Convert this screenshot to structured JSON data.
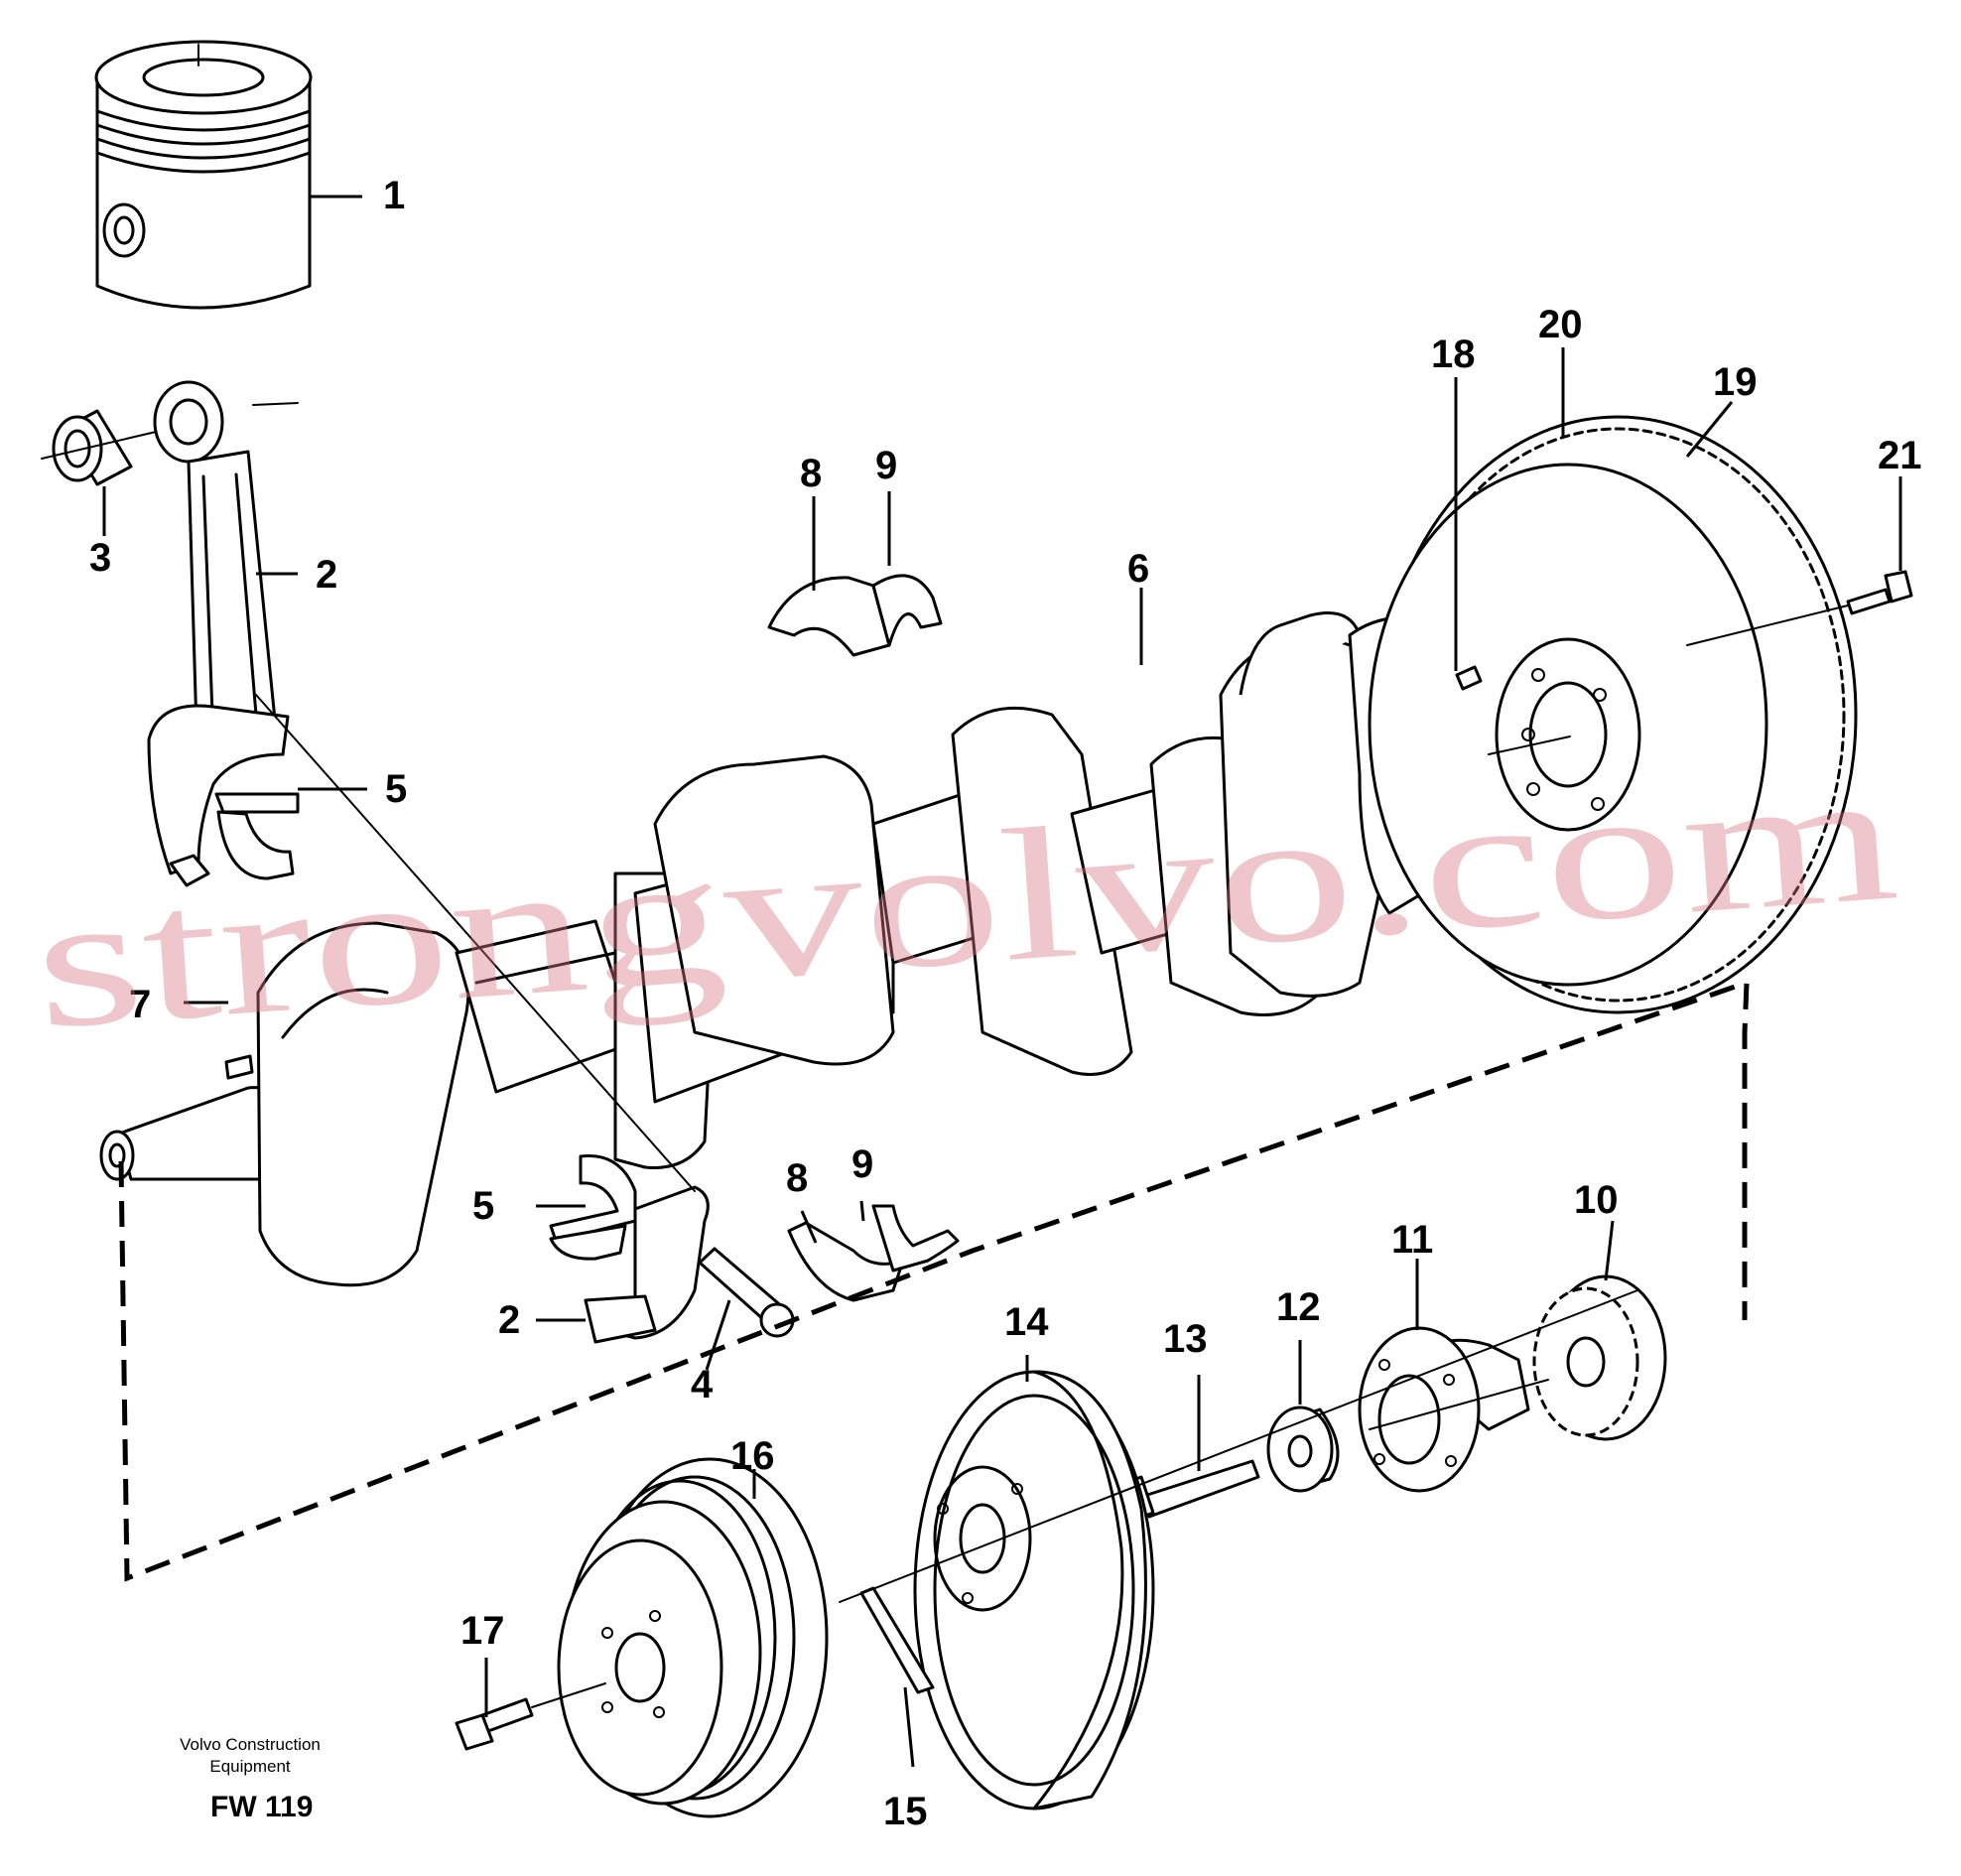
{
  "diagram": {
    "part_numbers": {
      "p1": "1",
      "p2_upper": "2",
      "p2_lower": "2",
      "p3": "3",
      "p4": "4",
      "p5_upper": "5",
      "p5_lower": "5",
      "p6": "6",
      "p7": "7",
      "p8_upper": "8",
      "p8_lower": "8",
      "p9_upper": "9",
      "p9_lower": "9",
      "p10": "10",
      "p11": "11",
      "p12": "12",
      "p13": "13",
      "p14": "14",
      "p15": "15",
      "p16": "16",
      "p17": "17",
      "p18": "18",
      "p19": "19",
      "p20": "20",
      "p21": "21"
    },
    "watermark": "strongvolvo.com",
    "manufacturer_line1": "Volvo Construction",
    "manufacturer_line2": "Equipment",
    "figure_code": "FW 119"
  }
}
